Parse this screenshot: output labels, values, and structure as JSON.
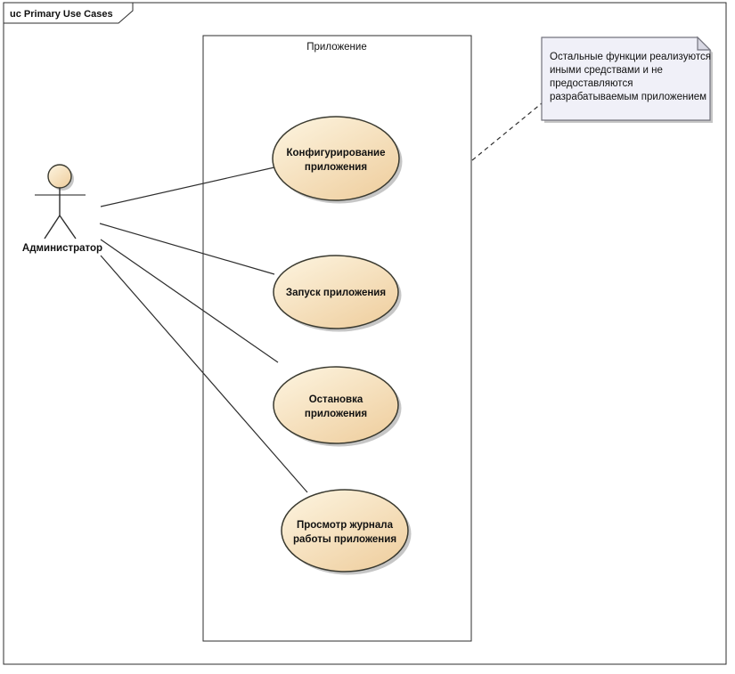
{
  "frame": {
    "title": "uc Primary Use Cases"
  },
  "system_boundary": {
    "label": "Приложение"
  },
  "actor": {
    "label": "Администратор"
  },
  "use_cases": [
    {
      "name": "configure-application",
      "lines": [
        "Конфигурирование",
        "приложения"
      ]
    },
    {
      "name": "start-application",
      "lines": [
        "Запуск приложения"
      ]
    },
    {
      "name": "stop-application",
      "lines": [
        "Остановка",
        "приложения"
      ]
    },
    {
      "name": "view-application-log",
      "lines": [
        "Просмотр журнала",
        "работы приложения"
      ]
    }
  ],
  "note": {
    "lines": [
      "Остальные функции реализуются",
      "иными средствами и не",
      "предоставляются",
      "разрабатываемым приложением"
    ]
  },
  "colors": {
    "shape_fill_light": "#fdf5e1",
    "shape_fill_dark": "#efcfa0",
    "shape_border": "#3a3a30",
    "note_fill": "#f0f0f8",
    "note_fold": "#d9d9e4",
    "note_border": "#73737d",
    "frame_border": "#2e2e2e",
    "connector": "#2e2e2e",
    "actor_arms": "#8c8c8c",
    "shadow": "#c6c6c6"
  }
}
